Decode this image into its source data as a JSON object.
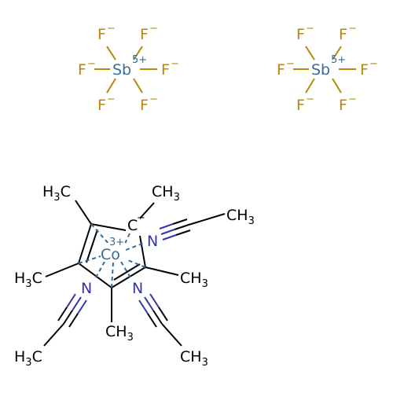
{
  "colors": {
    "carbon": "#000000",
    "fluorine": "#b8860b",
    "antimony": "#3a6b93",
    "nitrogen": "#3535a8",
    "cobalt": "#3a6b93"
  },
  "anions": [
    {
      "center": {
        "symbol": "Sb",
        "charge": "5+"
      },
      "ligands": [
        {
          "symbol": "F",
          "charge": "−"
        },
        {
          "symbol": "F",
          "charge": "−"
        },
        {
          "symbol": "F",
          "charge": "−"
        },
        {
          "symbol": "F",
          "charge": "−"
        },
        {
          "symbol": "F",
          "charge": "−"
        },
        {
          "symbol": "F",
          "charge": "−"
        }
      ]
    },
    {
      "center": {
        "symbol": "Sb",
        "charge": "5+"
      },
      "ligands": [
        {
          "symbol": "F",
          "charge": "−"
        },
        {
          "symbol": "F",
          "charge": "−"
        },
        {
          "symbol": "F",
          "charge": "−"
        },
        {
          "symbol": "F",
          "charge": "−"
        },
        {
          "symbol": "F",
          "charge": "−"
        },
        {
          "symbol": "F",
          "charge": "−"
        }
      ]
    }
  ],
  "cation": {
    "metal": {
      "symbol": "Co",
      "charge": "3+"
    },
    "ring_anion": {
      "symbol": "C",
      "charge": "−"
    },
    "methyls": [
      {
        "main": "H",
        "sub": "3",
        "tail": "C"
      },
      {
        "main": "CH",
        "sub": "3"
      },
      {
        "main": "H",
        "sub": "3",
        "tail": "C"
      },
      {
        "main": "CH",
        "sub": "3"
      },
      {
        "main": "CH",
        "sub": "3"
      }
    ],
    "nitrile_ligands": [
      {
        "n": "N",
        "methyl": {
          "main": "CH",
          "sub": "3"
        }
      },
      {
        "n": "N",
        "methyl": {
          "main": "H",
          "sub": "3",
          "tail": "C"
        }
      },
      {
        "n": "N",
        "methyl": {
          "main": "CH",
          "sub": "3"
        }
      }
    ]
  }
}
